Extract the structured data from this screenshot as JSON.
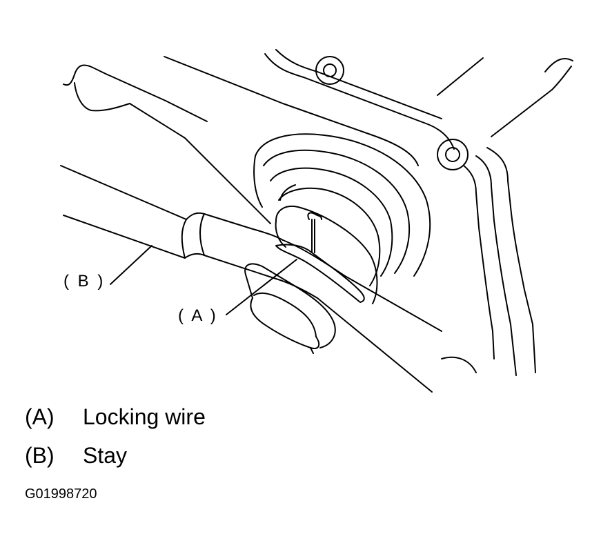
{
  "callouts": {
    "b": "( B )",
    "a": "( A )"
  },
  "legend": [
    {
      "key": "(A)",
      "text": "Locking wire"
    },
    {
      "key": "(B)",
      "text": "Stay"
    }
  ],
  "figure_code": "G01998720"
}
